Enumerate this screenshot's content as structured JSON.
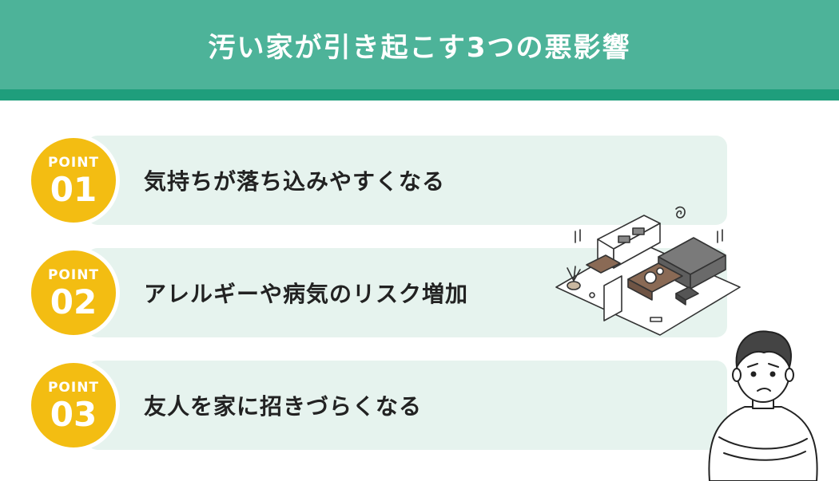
{
  "header": {
    "title": "汚い家が引き起こす3つの悪影響"
  },
  "points": [
    {
      "label": "POINT",
      "number": "01",
      "text": "気持ちが落ち込みやすくなる"
    },
    {
      "label": "POINT",
      "number": "02",
      "text": "アレルギーや病気のリスク増加"
    },
    {
      "label": "POINT",
      "number": "03",
      "text": "友人を家に招きづらくなる"
    }
  ],
  "colors": {
    "header": "#4db399",
    "header_bar": "#1f9e7c",
    "badge": "#f3bd12",
    "card": "#e6f3ee",
    "text": "#222222"
  }
}
